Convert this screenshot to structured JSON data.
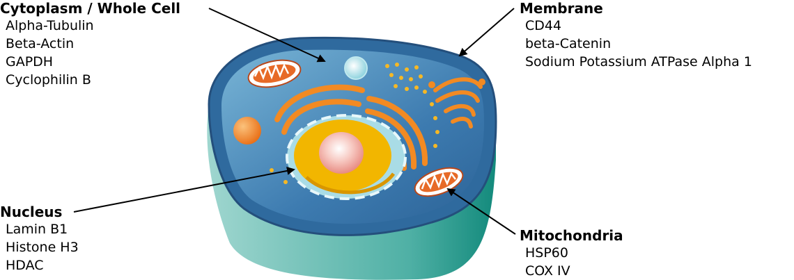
{
  "labels": {
    "cytoplasm": {
      "title": "Cytoplasm / Whole Cell",
      "items": [
        "Alpha-Tubulin",
        "Beta-Actin",
        "GAPDH",
        "Cyclophilin B"
      ]
    },
    "membrane": {
      "title": "Membrane",
      "items": [
        "CD44",
        "beta-Catenin",
        "Sodium Potassium ATPase Alpha 1"
      ]
    },
    "nucleus": {
      "title": "Nucleus",
      "items": [
        "Lamin B1",
        "Histone H3",
        "HDAC"
      ]
    },
    "mitochondria": {
      "title": "Mitochondria",
      "items": [
        "HSP60",
        "COX IV"
      ]
    }
  },
  "colors": {
    "cell_outer": "#2f6a9e",
    "cell_inner": "#3d7bb0",
    "cell_side": "#7fc6c0",
    "nucleus_envelope": "#a9dce6",
    "nucleus": "#f2b600",
    "nucleolus": "#f3a3a0",
    "organelle_orange": "#f28a23"
  }
}
